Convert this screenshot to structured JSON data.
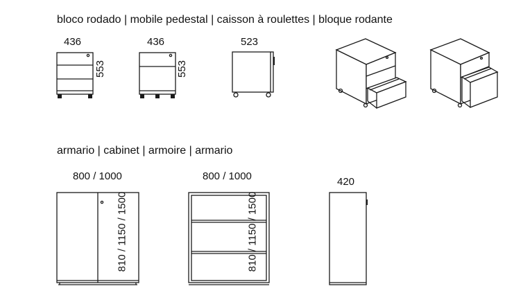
{
  "pedestal": {
    "heading": "bloco rodado | mobile pedestal | caisson à roulettes | bloque rodante",
    "front3_width": "436",
    "front3_height": "553",
    "front2_width": "436",
    "front2_height": "553",
    "side_depth": "523"
  },
  "cabinet": {
    "heading": "armario | cabinet | armoire | armario",
    "door_width": "800 / 1000",
    "door_height": "810 / 1150 / 1500",
    "open_width": "800 / 1000",
    "open_height": "810 / 1150 / 1500",
    "side_depth": "420"
  }
}
